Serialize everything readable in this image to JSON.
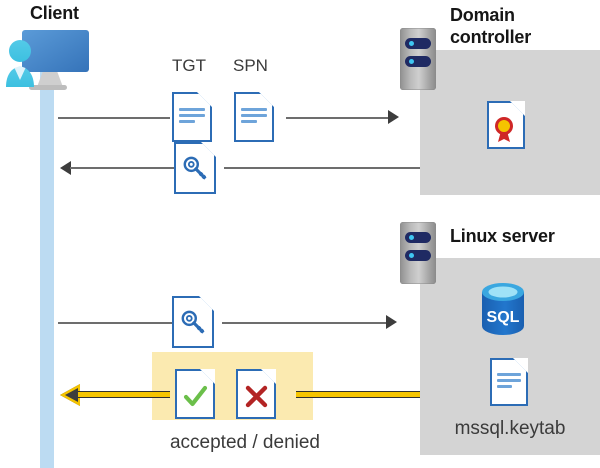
{
  "diagram": {
    "title_client": "Client",
    "title_domain_controller": "Domain\ncontroller",
    "title_linux_server": "Linux server",
    "doc_labels": {
      "tgt": "TGT",
      "spn": "SPN"
    },
    "caption_accepted_denied": "accepted / denied",
    "keytab_filename": "mssql.keytab",
    "sql_label": "SQL",
    "icons": {
      "client": "client-workstation-icon",
      "server": "server-rack-icon",
      "tgt_doc": "document-icon",
      "spn_doc": "document-icon",
      "ticket_doc": "document-with-key-icon",
      "service_ticket_doc": "document-with-key-icon",
      "certificate": "certificate-document-icon",
      "database": "sql-database-icon",
      "keytab": "document-icon",
      "accepted": "document-with-check-icon",
      "denied": "document-with-x-icon"
    },
    "colors": {
      "panel_gray": "#d4d4d4",
      "lifeline_blue": "#bcdbf2",
      "highlight_yellow": "#fbeab0",
      "gold_arrow": "#f5c400",
      "doc_blue": "#2c6cb5",
      "check_green": "#6bbf4a",
      "x_red": "#b32424",
      "sql_blue": "#1f6fc4",
      "seal_red": "#cf2727",
      "seal_gold": "#f5c400"
    },
    "flows": [
      {
        "id": "flow-tgt-spn",
        "direction": "right",
        "from": "client",
        "to": "domain-controller",
        "artifacts": [
          "TGT",
          "SPN"
        ]
      },
      {
        "id": "flow-ticket-back",
        "direction": "left",
        "from": "domain-controller",
        "to": "client",
        "artifacts": [
          "service-ticket"
        ]
      },
      {
        "id": "flow-ticket-to-linux",
        "direction": "right",
        "from": "client",
        "to": "linux-server",
        "artifacts": [
          "service-ticket"
        ]
      },
      {
        "id": "flow-result",
        "direction": "left",
        "from": "linux-server",
        "to": "client",
        "artifacts": [
          "accepted",
          "denied"
        ]
      }
    ]
  }
}
